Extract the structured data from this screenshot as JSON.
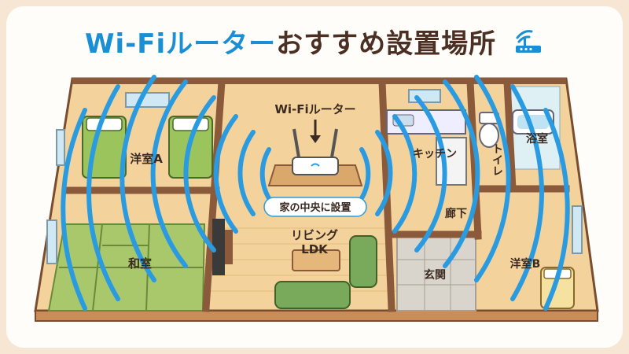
{
  "header": {
    "title_highlight": "Wi-Fiルーター",
    "title_rest": "おすすめ設置場所"
  },
  "rooms": {
    "western_a": "洋室A",
    "washitsu": "和室",
    "living_1": "リビング",
    "living_2": "LDK",
    "kitchen": "キッチン",
    "hallway": "廊下",
    "toilet": "トイレ",
    "bath": "浴室",
    "entrance": "玄関",
    "western_b": "洋室B"
  },
  "router": {
    "label": "Wi-Fiルーター",
    "placement_note": "家の中央に設置"
  },
  "colors": {
    "signal_blue": "#2a9be0",
    "title_blue": "#1a8fd6",
    "wall": "#8a5a3a",
    "floor": "#f3d39b",
    "tatami": "#a9c86b"
  },
  "icons": [
    "router-icon",
    "bed-icon",
    "sofa-icon",
    "tv-icon",
    "bathtub-icon",
    "toilet-icon",
    "sink-icon",
    "window-icon"
  ]
}
